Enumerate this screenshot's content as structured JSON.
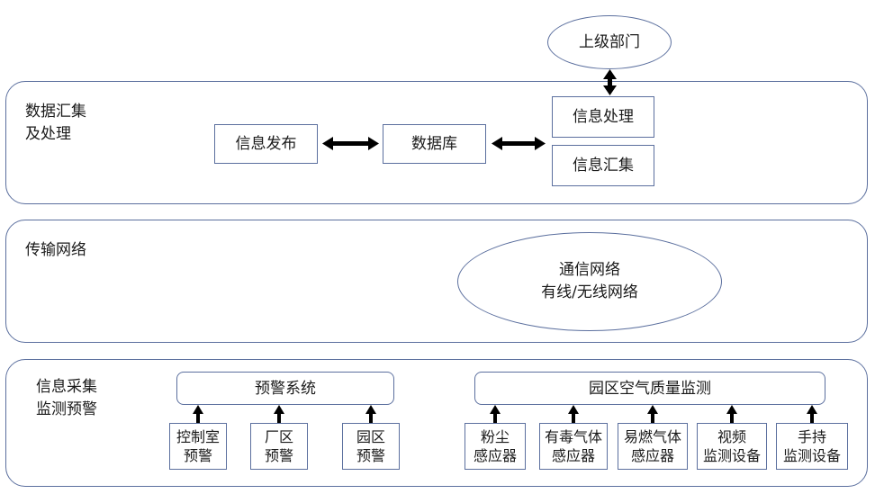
{
  "top_node": "上级部门",
  "layers": {
    "processing": {
      "title_line1": "数据汇集",
      "title_line2": "及处理",
      "info_publish": "信息发布",
      "database": "数据库",
      "info_processing": "信息处理",
      "info_collection": "信息汇集"
    },
    "network": {
      "title": "传输网络",
      "comm_line1": "通信网络",
      "comm_line2": "有线/无线网络"
    },
    "acquisition": {
      "title_line1": "信息采集",
      "title_line2": "监测预警",
      "warning_system": "预警系统",
      "air_quality": "园区空气质量监测",
      "warning_items": [
        {
          "line1": "控制室",
          "line2": "预警"
        },
        {
          "line1": "厂区",
          "line2": "预警"
        },
        {
          "line1": "园区",
          "line2": "预警"
        }
      ],
      "sensor_items": [
        {
          "line1": "粉尘",
          "line2": "感应器"
        },
        {
          "line1": "有毒气体",
          "line2": "感应器"
        },
        {
          "line1": "易燃气体",
          "line2": "感应器"
        },
        {
          "line1": "视频",
          "line2": "监测设备"
        },
        {
          "line1": "手持",
          "line2": "监测设备"
        }
      ]
    }
  }
}
